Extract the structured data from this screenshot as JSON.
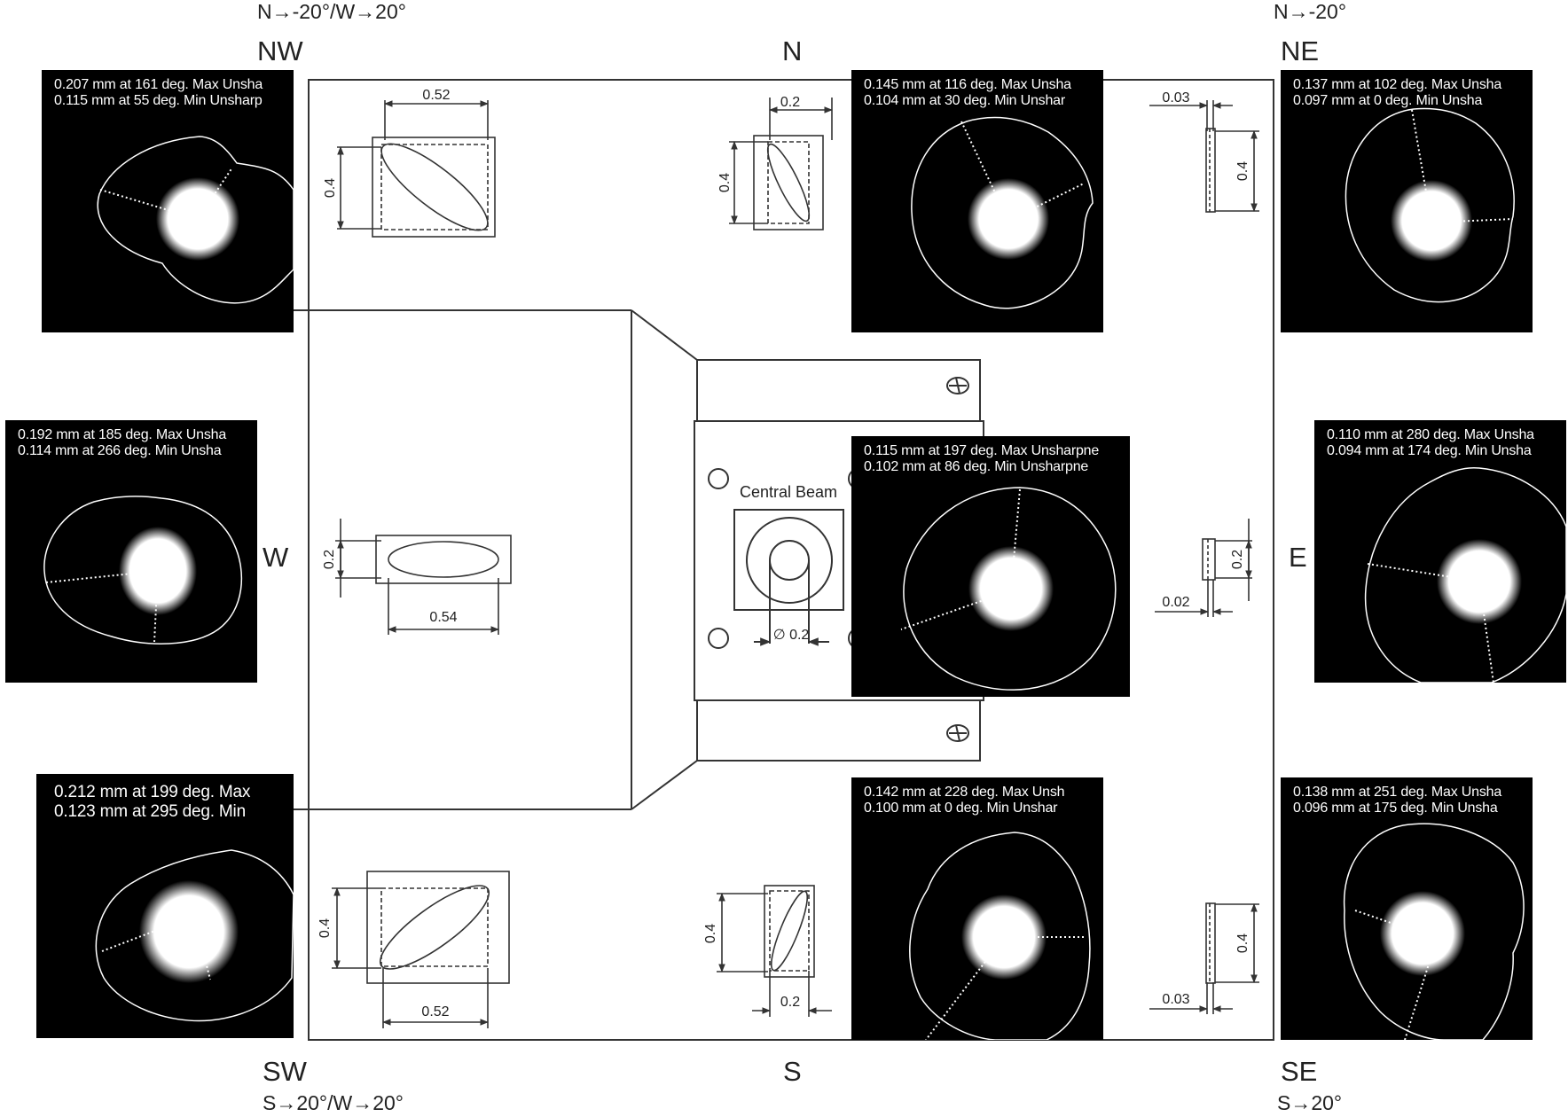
{
  "labels": {
    "nw": "NW",
    "n": "N",
    "ne": "NE",
    "w": "W",
    "e": "E",
    "sw": "SW",
    "s": "S",
    "se": "SE",
    "top_left_sub": "N→-20°/W→20°",
    "top_right_sub": "N→-20°",
    "bottom_left_sub": "S→20°/W→20°",
    "bottom_right_sub": "S→20°"
  },
  "central_beam": {
    "label": "Central Beam",
    "diameter": "∅ 0.2"
  },
  "dimensions": {
    "nw_width": "0.52",
    "nw_height": "0.4",
    "n_width": "0.2",
    "n_height": "0.4",
    "ne_width": "0.03",
    "ne_height": "0.4",
    "w_width": "0.54",
    "w_height": "0.2",
    "e_width": "0.02",
    "e_height": "0.2",
    "sw_width": "0.52",
    "sw_height": "0.4",
    "s_width": "0.2",
    "s_height": "0.4",
    "se_width": "0.03",
    "se_height": "0.4"
  },
  "psf": {
    "nw": {
      "max": "0.207 mm at 161 deg. Max Unsha",
      "min": "0.115 mm at  55 deg. Min Unsharp"
    },
    "n": {
      "max": "0.145 mm at 116 deg. Max Unsha",
      "min": "0.104 mm at  30 deg. Min Unshar"
    },
    "ne": {
      "max": "0.137 mm at 102 deg. Max Unsha",
      "min": "0.097 mm at   0 deg. Min Unsha"
    },
    "w": {
      "max": "0.192 mm at 185 deg. Max Unsha",
      "min": "0.114 mm at 266 deg. Min Unsha"
    },
    "c": {
      "max": "0.115 mm at 197 deg. Max Unsharpne",
      "min": "0.102 mm at  86 deg. Min Unsharpne"
    },
    "e": {
      "max": "0.110 mm at 280 deg. Max Unsha",
      "min": "0.094 mm at 174 deg. Min Unsha"
    },
    "sw": {
      "max": "0.212 mm at 199 deg. Max",
      "min": "0.123 mm at 295 deg. Min"
    },
    "s": {
      "max": "0.142 mm at 228 deg. Max Unsh",
      "min": "0.100 mm at   0 deg. Min Unshar"
    },
    "se": {
      "max": "0.138 mm at 251 deg. Max Unsha",
      "min": "0.096 mm at 175 deg. Min Unsha"
    }
  },
  "colors": {
    "background": "#ffffff",
    "line": "#333333",
    "psf_background": "#000000",
    "psf_contour": "#ffffff"
  }
}
